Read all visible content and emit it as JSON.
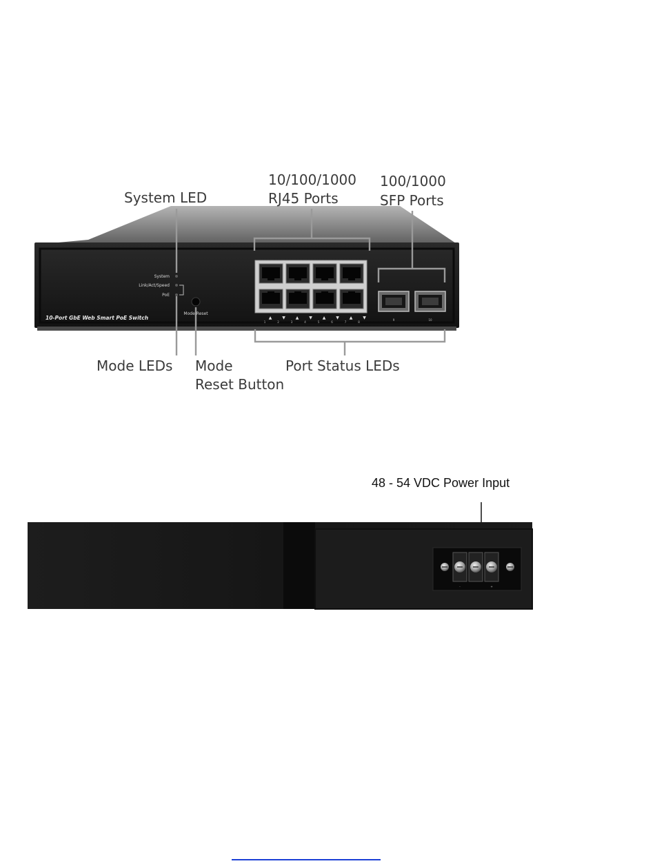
{
  "front": {
    "model_label": "10-Port GbE Web Smart PoE Switch",
    "led_labels": [
      "System",
      "Link/Act/Speed",
      "PoE"
    ],
    "mode_button_label": "Mode/Reset",
    "port_arrows": [
      "▲",
      "▼",
      "▲",
      "▼",
      "▲",
      "▼",
      "▲",
      "▼"
    ],
    "port_numbers": [
      "1",
      "2",
      "3",
      "4",
      "5",
      "6",
      "7",
      "8"
    ],
    "sfp_numbers": [
      "9",
      "10"
    ]
  },
  "callouts": {
    "system_led": "System LED",
    "rj45_line1": "10/100/1000",
    "rj45_line2": "RJ45 Ports",
    "sfp_line1": "100/1000",
    "sfp_line2": "SFP Ports",
    "mode_leds": "Mode LEDs",
    "mode_line1": "Mode",
    "mode_line2": "Reset Button",
    "port_status_leds": "Port Status LEDs"
  },
  "rear": {
    "power_input": "48 - 54 VDC Power Input"
  },
  "colors": {
    "chassis_front": "#161616",
    "chassis_top": "#8c8c8c",
    "guide_line": "#9a9a9a",
    "callout_text": "#3a3a3a",
    "footer_link": "#1a3fd6"
  }
}
